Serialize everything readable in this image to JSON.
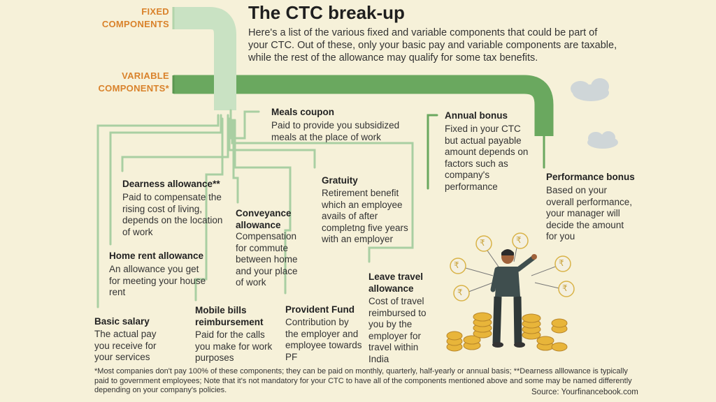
{
  "labels": {
    "fixed": "FIXED\nCOMPONENTS",
    "variable": "VARIABLE\nCOMPONENTS*"
  },
  "title": "The CTC break-up",
  "intro": "Here's a list of the various fixed and variable components that could be part of your CTC. Out of these, only your basic pay and variable components are taxable, while the rest of the allowance may qualify for some tax benefits.",
  "components": {
    "meals": {
      "title": "Meals coupon",
      "desc": "Paid to provide you subsidized meals at the place of work"
    },
    "dearness": {
      "title": "Dearness allowance**",
      "desc": "Paid to compensate the rising cost of living, depends on the location of work"
    },
    "gratuity": {
      "title": "Gratuity",
      "desc": "Retirement benefit which an employee avails of after completng five years with an employer"
    },
    "conveyance": {
      "title": "Conveyance allowance",
      "desc": "Compensation for commute between home and your place of work"
    },
    "home_rent": {
      "title": "Home rent allowance",
      "desc": "An allowance you get for meeting your house rent"
    },
    "basic": {
      "title": "Basic salary",
      "desc": "The actual pay you receive for your services"
    },
    "mobile": {
      "title": "Mobile bills reimbursement",
      "desc": "Paid for the calls you make for work purposes"
    },
    "pf": {
      "title": "Provident Fund",
      "desc": "Contribution by the employer and employee towards PF"
    },
    "lta": {
      "title": "Leave travel allowance",
      "desc": "Cost of travel reimbursed to you by the employer for travel within India"
    },
    "annual_bonus": {
      "title": "Annual bonus",
      "desc": "Fixed in your CTC but actual payable amount depends on factors such as company's performance"
    },
    "performance_bonus": {
      "title": "Performance bonus",
      "desc": "Based on your overall performance, your manager will decide the amount for you"
    }
  },
  "currency_symbol": "₹",
  "footnote": "*Most companies don't pay 100% of these components; they can be paid on monthly, quarterly, half-yearly or annual basis; **Dearness alllowance is typically paid to government employees; Note that it's not mandatory for your CTC to have all of the components mentioned above and some may be named differently depending on your company's policies.",
  "source": "Source: Yourfinancebook.com",
  "colors": {
    "background": "#f6f1d9",
    "fixed_pipe": "#c9e2c3",
    "variable_pipe": "#6aa85f",
    "accent": "#d9822b",
    "coin": "#e8b53a"
  }
}
